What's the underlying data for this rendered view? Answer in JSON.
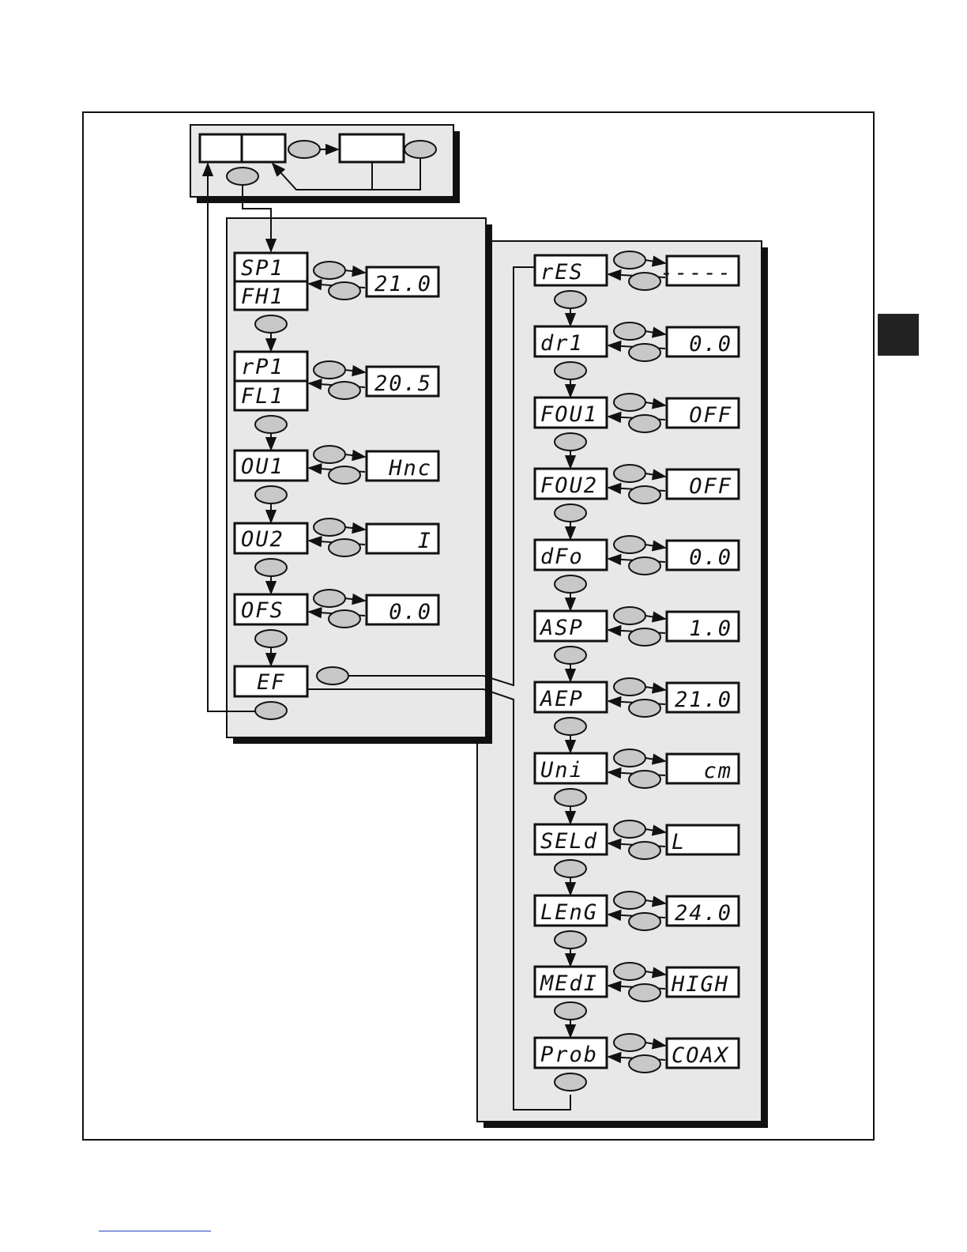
{
  "left_menu": [
    {
      "labels": [
        "SP1",
        "FH1"
      ],
      "value": "21.0"
    },
    {
      "labels": [
        "rP1",
        "FL1"
      ],
      "value": "20.5"
    },
    {
      "labels": [
        "OU1"
      ],
      "value": "Hnc"
    },
    {
      "labels": [
        "OU2"
      ],
      "value": "I"
    },
    {
      "labels": [
        "OFS"
      ],
      "value": "0.0"
    },
    {
      "labels": [
        "EF"
      ]
    }
  ],
  "right_menu": [
    {
      "label": "rES",
      "value": "-----"
    },
    {
      "label": "dr1",
      "value": "0.0"
    },
    {
      "label": "FOU1",
      "value": "OFF"
    },
    {
      "label": "FOU2",
      "value": "OFF"
    },
    {
      "label": "dFo",
      "value": "0.0"
    },
    {
      "label": "ASP",
      "value": "1.0"
    },
    {
      "label": "AEP",
      "value": "21.0"
    },
    {
      "label": "Uni",
      "value": "cm"
    },
    {
      "label": "SELd",
      "value": "L"
    },
    {
      "label": "LEnG",
      "value": "24.0"
    },
    {
      "label": "MEdI",
      "value": "HIGH"
    },
    {
      "label": "Prob",
      "value": "COAX"
    }
  ]
}
